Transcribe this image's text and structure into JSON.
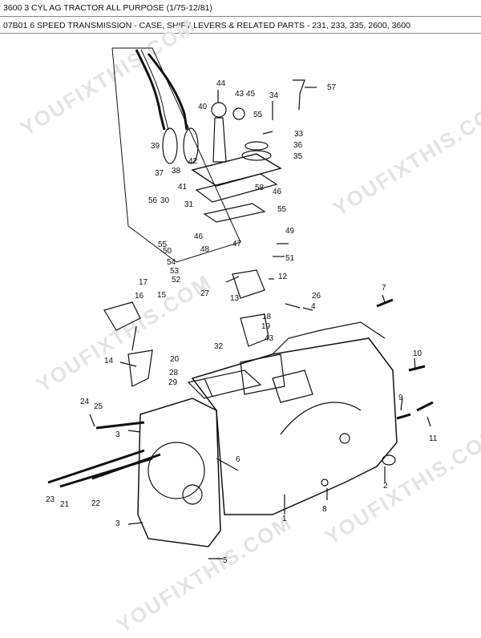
{
  "header": {
    "model_line": "3600 3 CYL AG TRACTOR ALL PURPOSE (1/75-12/81)",
    "section_line": "07B01 6 SPEED TRANSMISSION - CASE, SHIFT LEVERS & RELATED PARTS - 231, 233, 335, 2600, 3600"
  },
  "watermark": "YOUFIXTHIS.COM",
  "callouts": [
    "57",
    "44",
    "43",
    "45",
    "40",
    "34",
    "55",
    "33",
    "36",
    "35",
    "39",
    "37",
    "38",
    "42",
    "41",
    "30",
    "58",
    "46",
    "31",
    "56",
    "55",
    "46",
    "49",
    "55",
    "50",
    "48",
    "47",
    "54",
    "51",
    "53",
    "52",
    "17",
    "16",
    "15",
    "27",
    "12",
    "7",
    "26",
    "4",
    "13",
    "18",
    "19",
    "43",
    "32",
    "20",
    "28",
    "29",
    "10",
    "14",
    "24",
    "25",
    "9",
    "3",
    "6",
    "11",
    "23",
    "21",
    "22",
    "2",
    "8",
    "1",
    "3",
    "5"
  ]
}
